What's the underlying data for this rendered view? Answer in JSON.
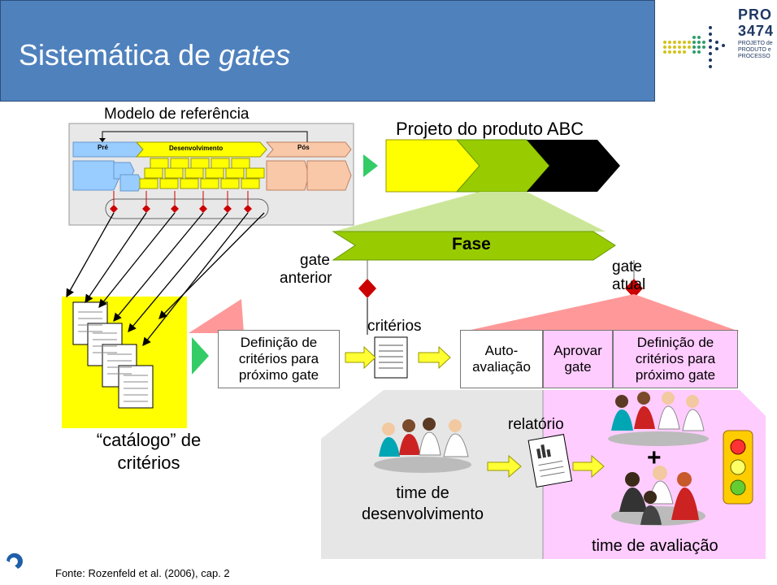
{
  "header": {
    "title_plain": "Sistemática de ",
    "title_italic": "gates"
  },
  "logo": {
    "code_line1": "PRO",
    "code_line2": "3474",
    "sub_line1": "PROJETO de",
    "sub_line2": "PRODUTO e",
    "sub_line3": "PROCESSO"
  },
  "diagram": {
    "reference_model_title": "Modelo de referência",
    "ref_stage_pre": "Pré",
    "ref_stage_dev": "Desenvolvimento",
    "ref_stage_pos": "Pós",
    "project_title": "Projeto do produto ABC",
    "phase_label": "Fase",
    "gate_previous": "gate anterior",
    "gate_previous_l1": "gate",
    "gate_previous_l2": "anterior",
    "gate_current_l1": "gate",
    "gate_current_l2": "atual",
    "criteria_label": "critérios",
    "def_criteria_box": "Definição de critérios para próximo gate",
    "auto_eval_box_l1": "Auto-",
    "auto_eval_box_l2": "avaliação",
    "approve_gate_l1": "Aprovar",
    "approve_gate_l2": "gate",
    "def_criteria_next_l1": "Definição de",
    "def_criteria_next_l2": "critérios para",
    "def_criteria_next_l3": "próximo gate",
    "catalog_l1": "“catálogo” de",
    "catalog_l2": "critérios",
    "report_label": "relatório",
    "dev_team_l1": "time de",
    "dev_team_l2": "desenvolvimento",
    "eval_team": "time de avaliação",
    "plus": "+"
  },
  "footer": {
    "source": "Fonte: Rozenfeld et al. (2006), cap. 2"
  },
  "colors": {
    "header_bg": "#4f81bd",
    "yellow": "#ffff00",
    "green": "#99cc00",
    "pink": "#ffccff",
    "red": "#cc0000",
    "grey_area": "#e6e6e6"
  }
}
